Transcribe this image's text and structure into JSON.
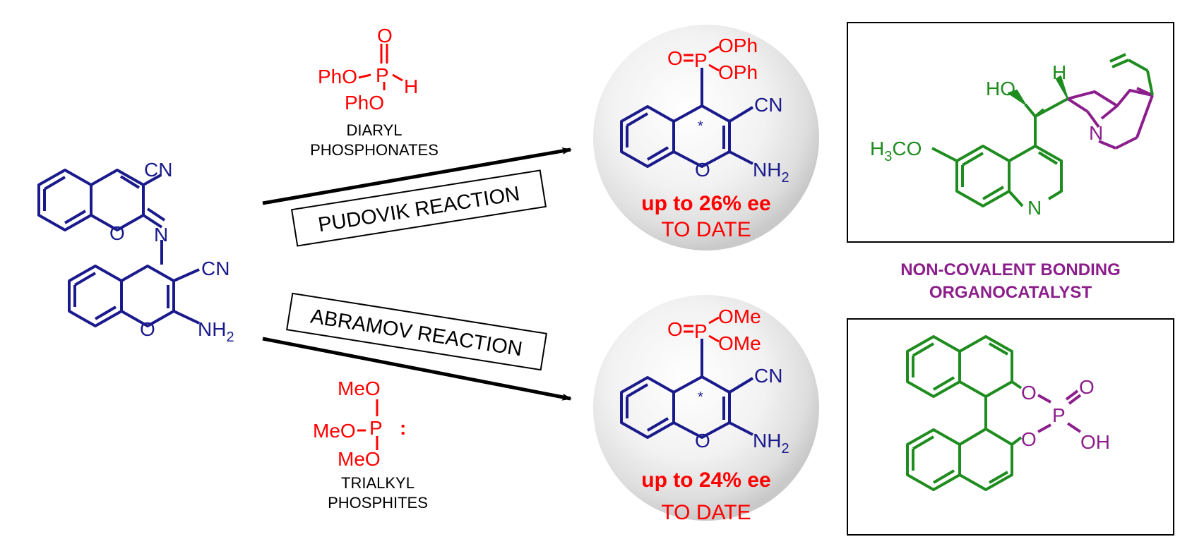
{
  "colors": {
    "substrate": "#1a1a8c",
    "reagent": "#ff0000",
    "catalyst_core": "#1e8c1e",
    "catalyst_accent": "#8c1e8c",
    "arrow": "#000000"
  },
  "substrate": {
    "cn_top": "CN",
    "ring_o_top": "O",
    "imine_n": "N",
    "cn_bottom": "CN",
    "ring_o_bottom": "O",
    "nh2": "NH",
    "nh2_sub": "2"
  },
  "pudovik": {
    "reaction_label": "PUDOVIK REACTION",
    "reagent": {
      "o_double": "O",
      "p": "P",
      "h": "H",
      "pho_left": "PhO",
      "pho_bottom": "PhO",
      "name_line1": "DIARYL",
      "name_line2": "PHOSPHONATES"
    },
    "product": {
      "o_double": "O",
      "p": "P",
      "oph_1": "OPh",
      "oph_2": "OPh",
      "cn": "CN",
      "stereo": "*",
      "ring_o": "O",
      "nh2": "NH",
      "nh2_sub": "2",
      "ee": "up to 26% ee",
      "date": "TO DATE"
    }
  },
  "abramov": {
    "reaction_label": "ABRAMOV REACTION",
    "reagent": {
      "meo_top": "MeO",
      "meo_left": "MeO",
      "meo_bottom": "MeO",
      "p": "P",
      "lone_pair": ":",
      "name_line1": "TRIALKYL",
      "name_line2": "PHOSPHITES"
    },
    "product": {
      "o_double": "O",
      "p": "P",
      "ome_1": "OMe",
      "ome_2": "OMe",
      "cn": "CN",
      "stereo": "*",
      "ring_o": "O",
      "nh2": "NH",
      "nh2_sub": "2",
      "ee": "up to 24% ee",
      "date": "TO DATE"
    }
  },
  "catalysts": {
    "caption_line1": "NON-COVALENT BONDING",
    "caption_line2": "ORGANOCATALYST",
    "quinine": {
      "ho": "HO",
      "h": "H",
      "n_bridge": "N",
      "n_ring": "N",
      "h3co_h": "H",
      "h3co_sub": "3",
      "h3co_rest": "CO"
    },
    "phosphoric_acid": {
      "o_top": "O",
      "o_bottom": "O",
      "p": "P",
      "o_double": "O",
      "oh": "OH"
    }
  }
}
